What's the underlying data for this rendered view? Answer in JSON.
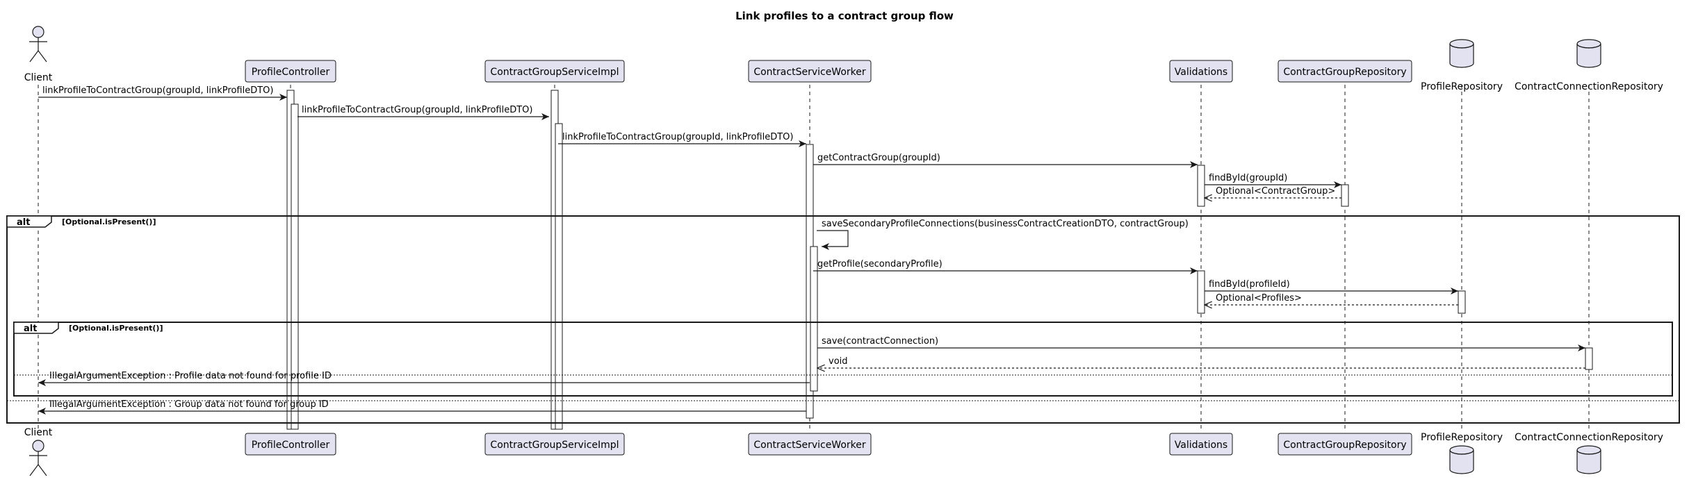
{
  "title": "Link profiles to a contract group flow",
  "colors": {
    "participant_fill": "#e2e2f0",
    "participant_stroke": "#181818",
    "line": "#181818",
    "lifeline": "#181818",
    "activation_fill": "#ffffff",
    "background": "#ffffff"
  },
  "participants": [
    {
      "id": "client",
      "label": "Client",
      "kind": "actor"
    },
    {
      "id": "profile_controller",
      "label": "ProfileController",
      "kind": "participant"
    },
    {
      "id": "contract_group_service_impl",
      "label": "ContractGroupServiceImpl",
      "kind": "participant"
    },
    {
      "id": "contract_service_worker",
      "label": "ContractServiceWorker",
      "kind": "participant"
    },
    {
      "id": "validations",
      "label": "Validations",
      "kind": "participant"
    },
    {
      "id": "contract_group_repository",
      "label": "ContractGroupRepository",
      "kind": "participant"
    },
    {
      "id": "profile_repository",
      "label": "ProfileRepository",
      "kind": "database"
    },
    {
      "id": "contract_connection_repository",
      "label": "ContractConnectionRepository",
      "kind": "database"
    }
  ],
  "messages": [
    {
      "from": "client",
      "to": "profile_controller",
      "label": "linkProfileToContractGroup(groupId, linkProfileDTO)",
      "style": "sync"
    },
    {
      "from": "profile_controller",
      "to": "contract_group_service_impl",
      "label": "linkProfileToContractGroup(groupId, linkProfileDTO)",
      "style": "sync"
    },
    {
      "from": "contract_group_service_impl",
      "to": "contract_service_worker",
      "label": "linkProfileToContractGroup(groupId, linkProfileDTO)",
      "style": "sync"
    },
    {
      "from": "contract_service_worker",
      "to": "validations",
      "label": "getContractGroup(groupId)",
      "style": "sync"
    },
    {
      "from": "validations",
      "to": "contract_group_repository",
      "label": "findById(groupId)",
      "style": "sync"
    },
    {
      "from": "contract_group_repository",
      "to": "validations",
      "label": "Optional<ContractGroup>",
      "style": "return"
    },
    {
      "from": "contract_service_worker",
      "to": "contract_service_worker",
      "label": "saveSecondaryProfileConnections(businessContractCreationDTO, contractGroup)",
      "style": "self"
    },
    {
      "from": "contract_service_worker",
      "to": "validations",
      "label": "getProfile(secondaryProfile)",
      "style": "sync"
    },
    {
      "from": "validations",
      "to": "profile_repository",
      "label": "findById(profileId)",
      "style": "sync"
    },
    {
      "from": "profile_repository",
      "to": "validations",
      "label": "Optional<Profiles>",
      "style": "return"
    },
    {
      "from": "contract_service_worker",
      "to": "contract_connection_repository",
      "label": "save(contractConnection)",
      "style": "sync"
    },
    {
      "from": "contract_connection_repository",
      "to": "contract_service_worker",
      "label": "void",
      "style": "return"
    },
    {
      "from": "contract_service_worker",
      "to": "client",
      "label": "IllegalArgumentException : Profile data not found for profile ID",
      "style": "sync"
    },
    {
      "from": "contract_service_worker",
      "to": "client",
      "label": "IllegalArgumentException : Group data not found for group ID",
      "style": "sync"
    }
  ],
  "fragments": [
    {
      "keyword": "alt",
      "condition": "[Optional.isPresent()]"
    },
    {
      "keyword": "alt",
      "condition": "[Optional.isPresent()]"
    }
  ]
}
